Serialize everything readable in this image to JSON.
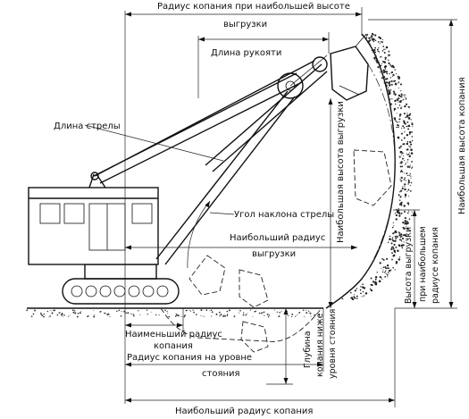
{
  "labels": {
    "radius_max_dump_height_line1": "Радиус копания при наибольшей высоте",
    "radius_max_dump_height_line2": "выгрузки",
    "handle_length": "Длина рукояти",
    "boom_length": "Длина стрелы",
    "boom_angle": "Угол наклона стрелы",
    "max_dump_radius_line1": "Наибольший радиус",
    "max_dump_radius_line2": "выгрузки",
    "max_dump_height": "Наибольшая высота выгрузки",
    "max_dig_height": "Наибольшая высота копания",
    "dump_height_at_max_radius_line1": "Высота выгрузки",
    "dump_height_at_max_radius_line2": "при наибольшем",
    "dump_height_at_max_radius_line3": "радиусе копания",
    "min_dig_radius_line1": "Наименьший радиус",
    "min_dig_radius_line2": "копания",
    "dig_radius_ground_line1": "Радиус копания на уровне",
    "dig_radius_ground_line2": "стояния",
    "dig_depth_line1": "Глубина",
    "dig_depth_line2": "копания ниже",
    "dig_depth_line3": "уровня стояния",
    "max_dig_radius": "Наибольший радиус копания"
  }
}
